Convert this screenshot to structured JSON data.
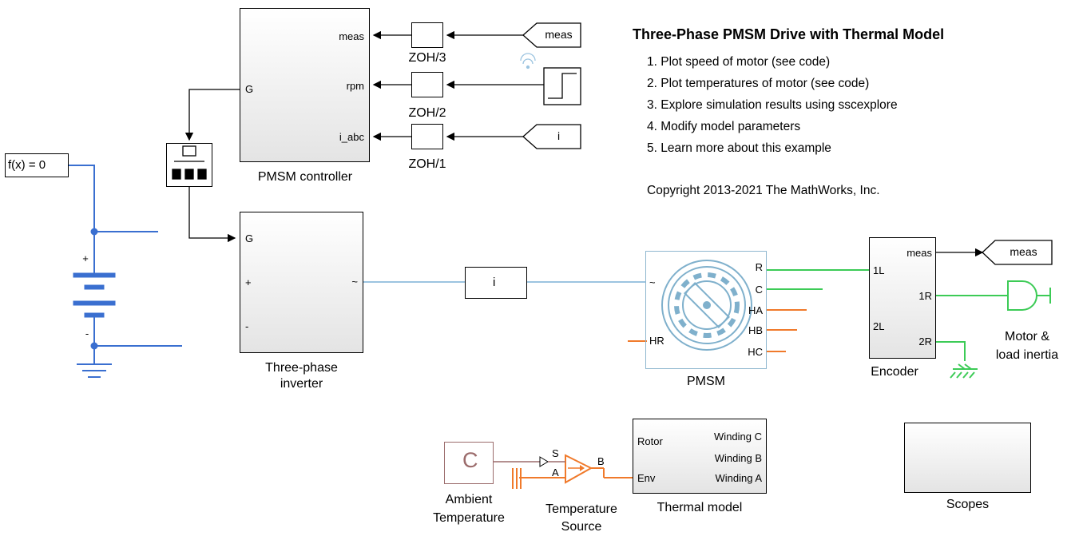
{
  "title": "Three-Phase PMSM Drive with Thermal Model",
  "annotations": [
    "1. Plot speed of motor (see code)",
    "2. Plot temperatures of motor (see code)",
    "3. Explore simulation results using sscexplore",
    "4. Modify model parameters",
    "5. Learn more about this example"
  ],
  "copyright": "Copyright 2013-2021 The MathWorks, Inc.",
  "blocks": {
    "pmsm_controller": {
      "label": "PMSM controller",
      "ports": [
        "meas",
        "G",
        "rpm",
        "i_abc"
      ]
    },
    "zoh3": {
      "label": "ZOH/3"
    },
    "zoh2": {
      "label": "ZOH/2"
    },
    "zoh1": {
      "label": "ZOH/1"
    },
    "from_meas": {
      "label": "meas"
    },
    "from_i": {
      "label": "i"
    },
    "solver": {
      "label": "f(x) = 0"
    },
    "inverter": {
      "label_line1": "Three-phase",
      "label_line2": "inverter",
      "ports": [
        "G",
        "+",
        "~",
        "-"
      ]
    },
    "current_sensor": {
      "label": "i"
    },
    "pmsm": {
      "label": "PMSM",
      "ports": [
        "R",
        "C",
        "HA",
        "HB",
        "HC",
        "~",
        "HR"
      ]
    },
    "encoder": {
      "label": "Encoder",
      "ports": [
        "meas",
        "1L",
        "1R",
        "2L",
        "2R"
      ]
    },
    "goto_meas": {
      "label": "meas"
    },
    "inertia": {
      "label_line1": "Motor &",
      "label_line2": "load inertia"
    },
    "thermal": {
      "label": "Thermal model",
      "ports": [
        "Rotor",
        "Env",
        "Winding C",
        "Winding B",
        "Winding A"
      ]
    },
    "ambient": {
      "symbol": "C",
      "label_line1": "Ambient",
      "label_line2": "Temperature"
    },
    "temp_source": {
      "label_line1": "Temperature",
      "label_line2": "Source",
      "ports": [
        "S",
        "A",
        "B"
      ]
    },
    "scopes": {
      "label": "Scopes"
    },
    "battery": {
      "plus": "+",
      "minus": "-"
    }
  },
  "colors": {
    "electrical": "#3a6fd0",
    "signal_line": "#9cc4e0",
    "mechanical": "#3ccb56",
    "thermal": "#f07a2b",
    "physical_signal": "#9b6b6b",
    "pmsm_border": "#8fb7cf"
  }
}
